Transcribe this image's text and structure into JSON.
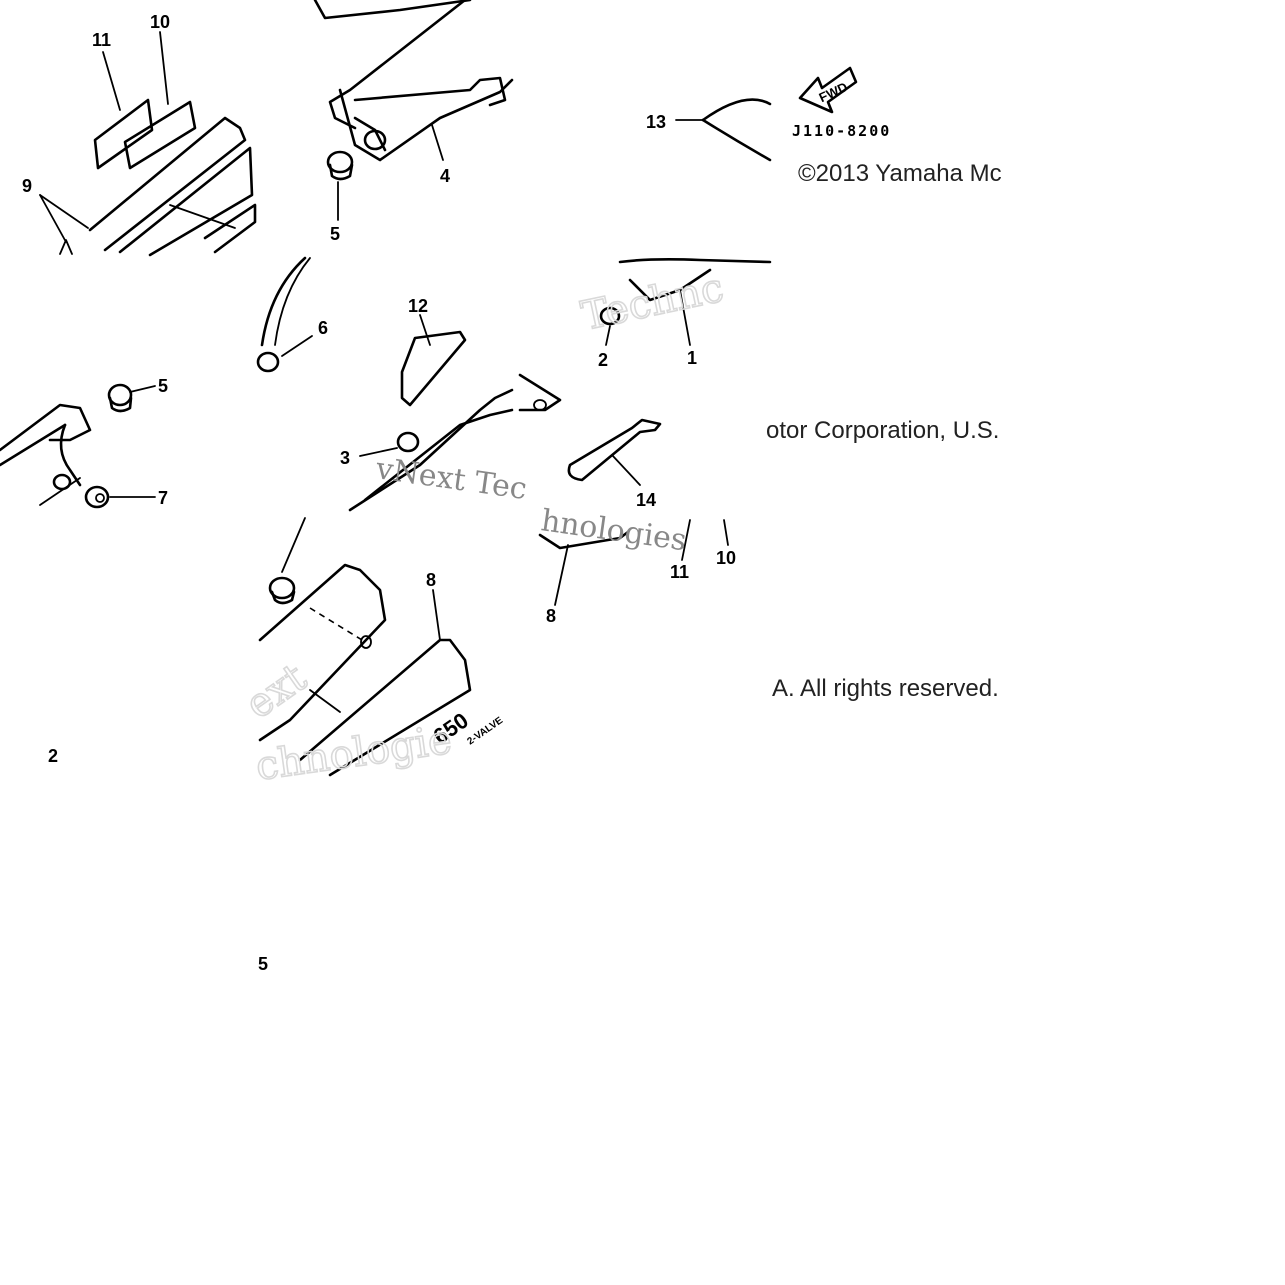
{
  "diagram": {
    "callouts": [
      "11",
      "10",
      "9",
      "5",
      "4",
      "13",
      "6",
      "12",
      "2",
      "1",
      "5",
      "3",
      "7",
      "14",
      "11",
      "10",
      "8",
      "8",
      "2",
      "5"
    ],
    "part_code": "J110-8200",
    "fwd_label": "FWD",
    "decal_text": "650",
    "decal_subtext": "2-VALVE"
  },
  "copyright": {
    "line1": "©2013 Yamaha Mc",
    "line2": "otor Corporation, U.S.",
    "line3": "A. All rights reserved."
  },
  "watermark": {
    "tile1": "Technc",
    "tile2": "vNext Tec",
    "tile3": "hnologies",
    "tile4": "ext",
    "tile5": "chnologie"
  }
}
